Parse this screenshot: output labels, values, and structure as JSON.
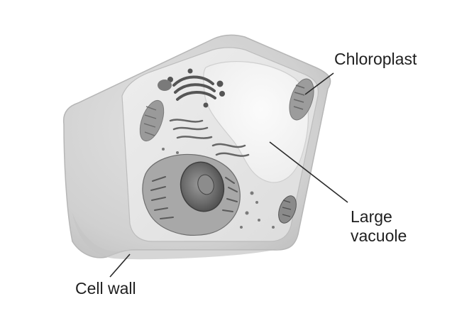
{
  "labels": {
    "chloroplast": "Chloroplast",
    "large_vacuole_line1": "Large",
    "large_vacuole_line2": "vacuole",
    "cell_wall": "Cell wall"
  },
  "colors": {
    "background": "#ffffff",
    "label_text": "#1f1f1f",
    "leader_line": "#2a2a2a",
    "cell_wall_fill": "#d2d2d2",
    "cytoplasm_fill": "#e9e9e9",
    "vacuole_fill": "#f6f6f6",
    "organelle_dark": "#555555"
  }
}
